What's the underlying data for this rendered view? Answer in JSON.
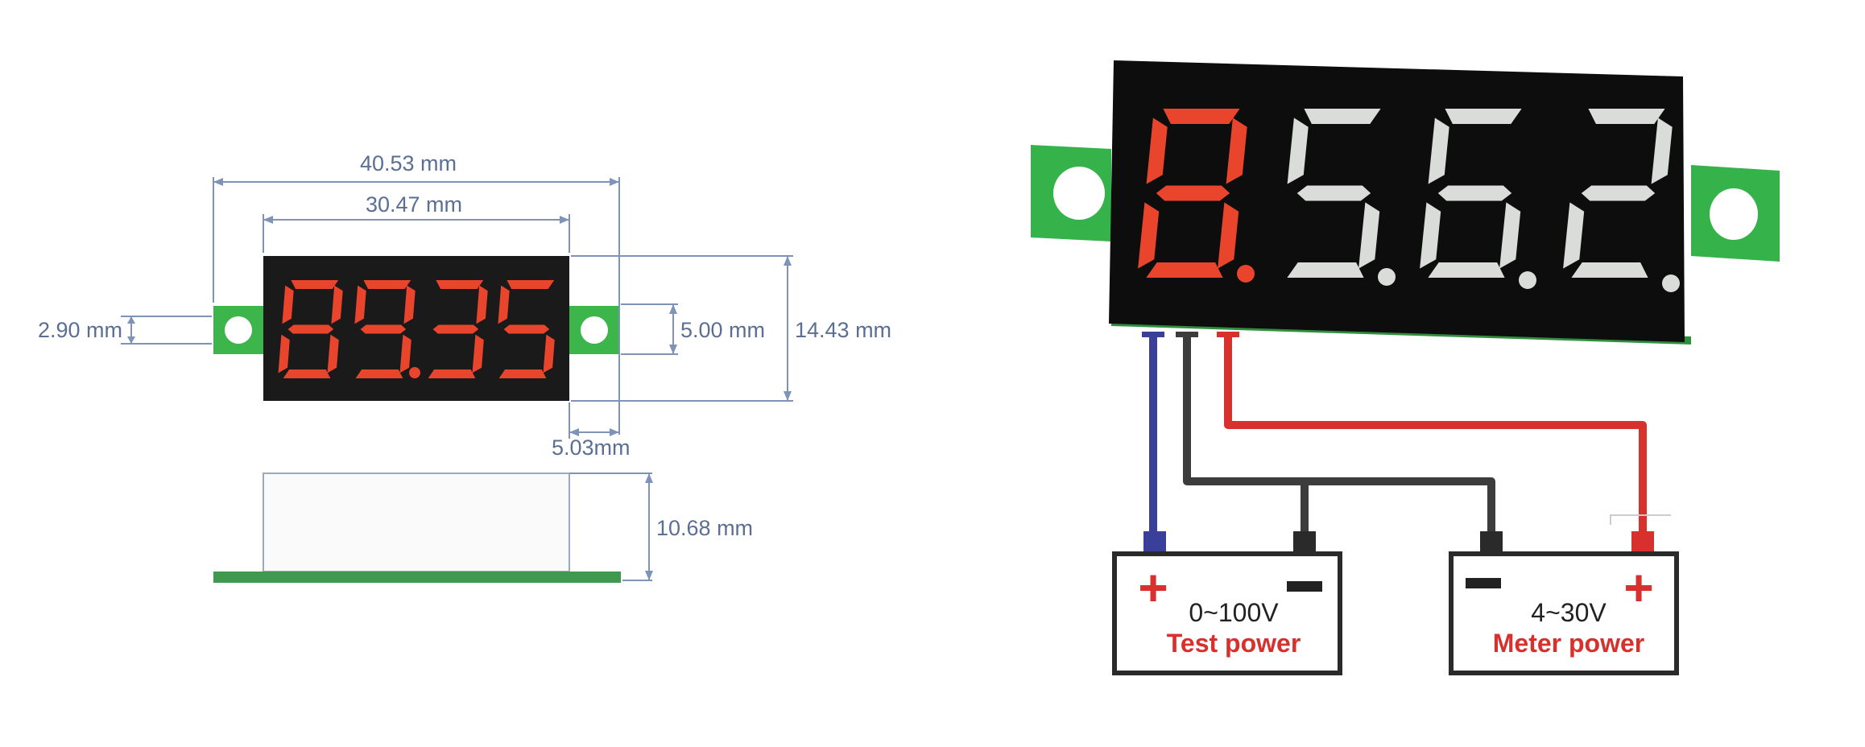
{
  "dimensions": {
    "overall_width": "40.53 mm",
    "display_width": "30.47 mm",
    "hole_size": "2.90 mm",
    "hole_pitch": "5.00 mm",
    "height": "14.43 mm",
    "tab_width": "5.03mm",
    "depth": "10.68 mm"
  },
  "small_display": {
    "digits": [
      "8",
      "9",
      "3",
      "5"
    ],
    "dots": [
      false,
      true,
      false,
      false
    ]
  },
  "large_display": {
    "digits": [
      "8",
      "5",
      "6",
      "2"
    ],
    "dim_digits": [
      "",
      "5",
      "6",
      "2"
    ]
  },
  "test_supply": {
    "voltage": "0~100V",
    "label": "Test power",
    "plus": "+",
    "minus": "−"
  },
  "meter_supply": {
    "voltage": "4~30V",
    "label": "Meter power",
    "plus": "+",
    "minus": "−"
  },
  "colors": {
    "segment_on": "#e8452c",
    "segment_dim": "#d9dcd8",
    "pcb_green": "#3cb54a",
    "wire_blue": "#3a3f9a",
    "wire_black": "#3c3c3c",
    "wire_red": "#d8302c",
    "dimension_text": "#5b6f95"
  }
}
